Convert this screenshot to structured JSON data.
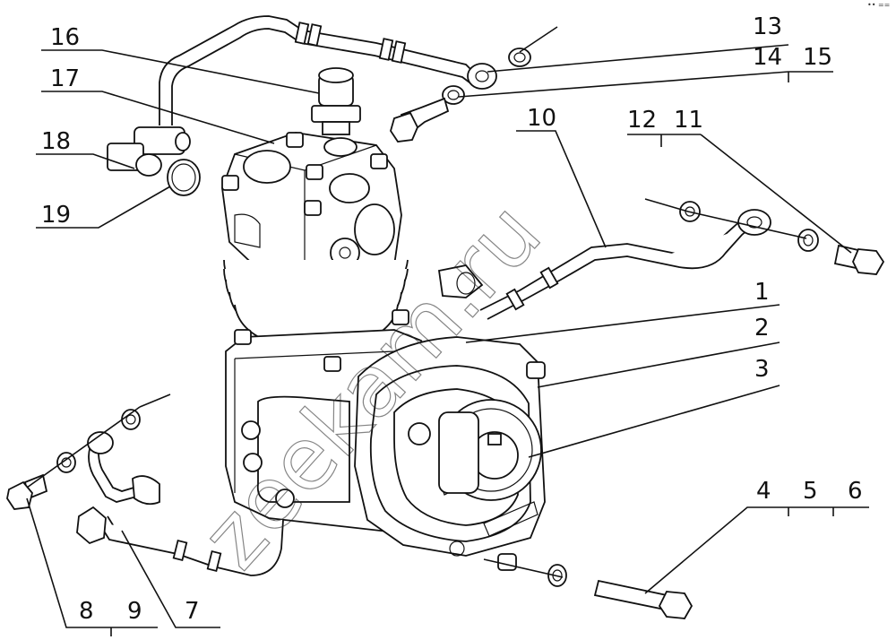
{
  "watermark": "zeekam.ru",
  "corner_mark": "•• ==",
  "labels": [
    "1",
    "2",
    "3",
    "4",
    "5",
    "6",
    "7",
    "8",
    "9",
    "10",
    "11",
    "12",
    "13",
    "14",
    "15",
    "16",
    "17",
    "18",
    "19"
  ]
}
